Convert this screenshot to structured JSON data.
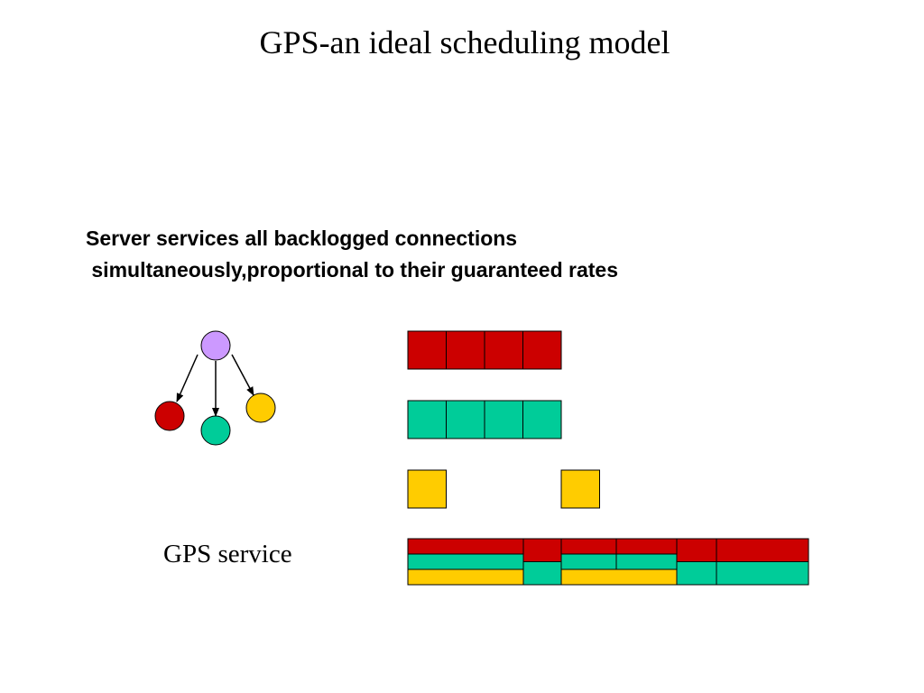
{
  "title": "GPS-an ideal scheduling model",
  "description": {
    "line1": "Server services all backlogged connections",
    "line2": " simultaneously,proportional to their guaranteed rates"
  },
  "gps_label": "GPS service",
  "colors": {
    "server": "#cc99ff",
    "red": "#cc0000",
    "green": "#00cc99",
    "yellow": "#ffcc00",
    "outline": "#000000"
  },
  "queues": [
    {
      "name": "red",
      "packets": 4
    },
    {
      "name": "green",
      "packets": 4
    },
    {
      "name": "yellow",
      "packets": 2
    }
  ]
}
